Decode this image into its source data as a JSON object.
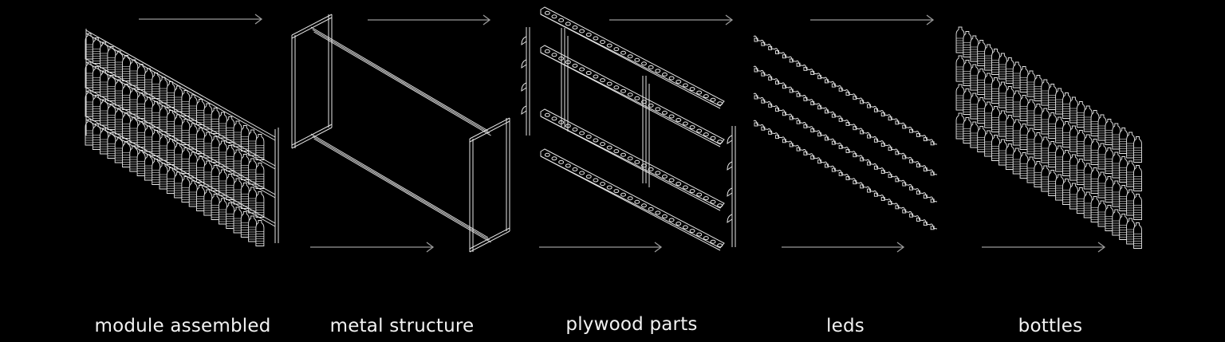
{
  "colors": {
    "background": "#000000",
    "linework": "#e6e6e6",
    "arrow": "#9a9a9a",
    "label": "#f2f2f2"
  },
  "components": [
    {
      "id": "module-assembled",
      "label": "module assembled",
      "rows": 4,
      "columns": 24
    },
    {
      "id": "metal-structure",
      "label": "metal structure"
    },
    {
      "id": "plywood-parts",
      "label": "plywood parts",
      "shelves": 4,
      "holes_per_shelf": 26
    },
    {
      "id": "leds",
      "label": "leds",
      "strips": 4,
      "leds_per_strip": 26
    },
    {
      "id": "bottles",
      "label": "bottles",
      "rows": 4,
      "columns": 26
    }
  ],
  "arrows": [
    {
      "id": "arrow-top-1",
      "direction": "right"
    },
    {
      "id": "arrow-top-2",
      "direction": "right"
    },
    {
      "id": "arrow-top-3",
      "direction": "right"
    },
    {
      "id": "arrow-top-4",
      "direction": "right"
    },
    {
      "id": "arrow-bottom-1",
      "direction": "right"
    },
    {
      "id": "arrow-bottom-2",
      "direction": "right"
    },
    {
      "id": "arrow-bottom-3",
      "direction": "right"
    },
    {
      "id": "arrow-bottom-4",
      "direction": "right"
    }
  ]
}
